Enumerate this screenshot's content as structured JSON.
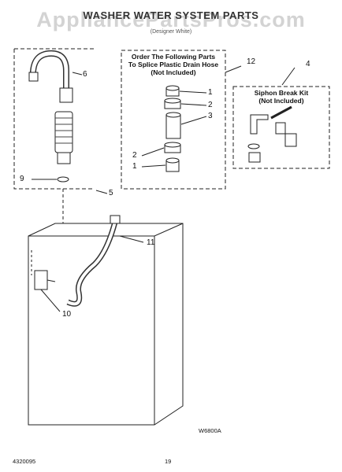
{
  "header": {
    "title": "WASHER WATER SYSTEM PARTS",
    "model": "",
    "color": "(Designer White)"
  },
  "watermark": "AppliancePartsPros.com",
  "splice_box": {
    "title_line1": "Order The Following Parts",
    "title_line2": "To Splice Plastic Drain Hose",
    "title_line3": "(Not Included)"
  },
  "siphon_box": {
    "title_line1": "Siphon Break Kit",
    "title_line2": "(Not Included)"
  },
  "callouts": {
    "c1a": "1",
    "c1b": "1",
    "c2a": "2",
    "c2b": "2",
    "c3": "3",
    "c4": "4",
    "c5": "5",
    "c6": "6",
    "c9": "9",
    "c10": "10",
    "c11": "11",
    "c12": "12"
  },
  "figure_code": "W6800A",
  "footer": {
    "doc_number": "4320095",
    "page_number": "19"
  }
}
